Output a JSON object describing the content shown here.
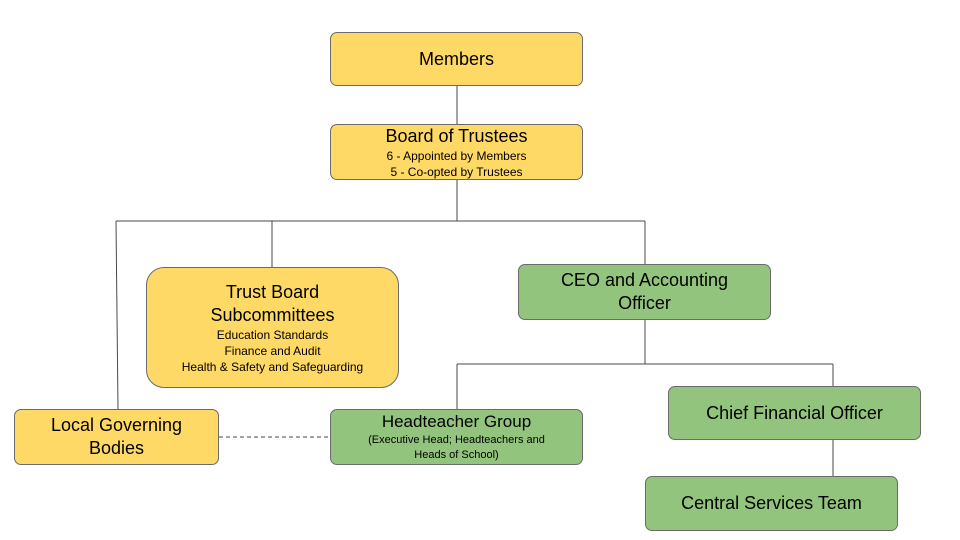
{
  "nodes": {
    "members": {
      "title": "Members"
    },
    "board": {
      "title": "Board of Trustees",
      "lines": [
        "6 - Appointed by Members",
        "5 - Co-opted by Trustees"
      ]
    },
    "subcommittees": {
      "title_lines": [
        "Trust Board",
        "Subcommittees"
      ],
      "lines": [
        "Education Standards",
        "Finance and Audit",
        "Health & Safety and Safeguarding"
      ]
    },
    "ceo": {
      "title_lines": [
        "CEO and Accounting",
        "Officer"
      ]
    },
    "lgb": {
      "title_lines": [
        "Local Governing",
        "Bodies"
      ]
    },
    "headteacher": {
      "title": "Headteacher Group",
      "lines": [
        "(Executive Head; Headteachers and",
        "Heads of School)"
      ]
    },
    "cfo": {
      "title": "Chief Financial Officer"
    },
    "central": {
      "title": "Central Services Team"
    }
  },
  "colors": {
    "governance_fill": "#ffd966",
    "executive_fill": "#93c47d",
    "border": "#6b6b6b",
    "connector": "#4a4a4a"
  }
}
